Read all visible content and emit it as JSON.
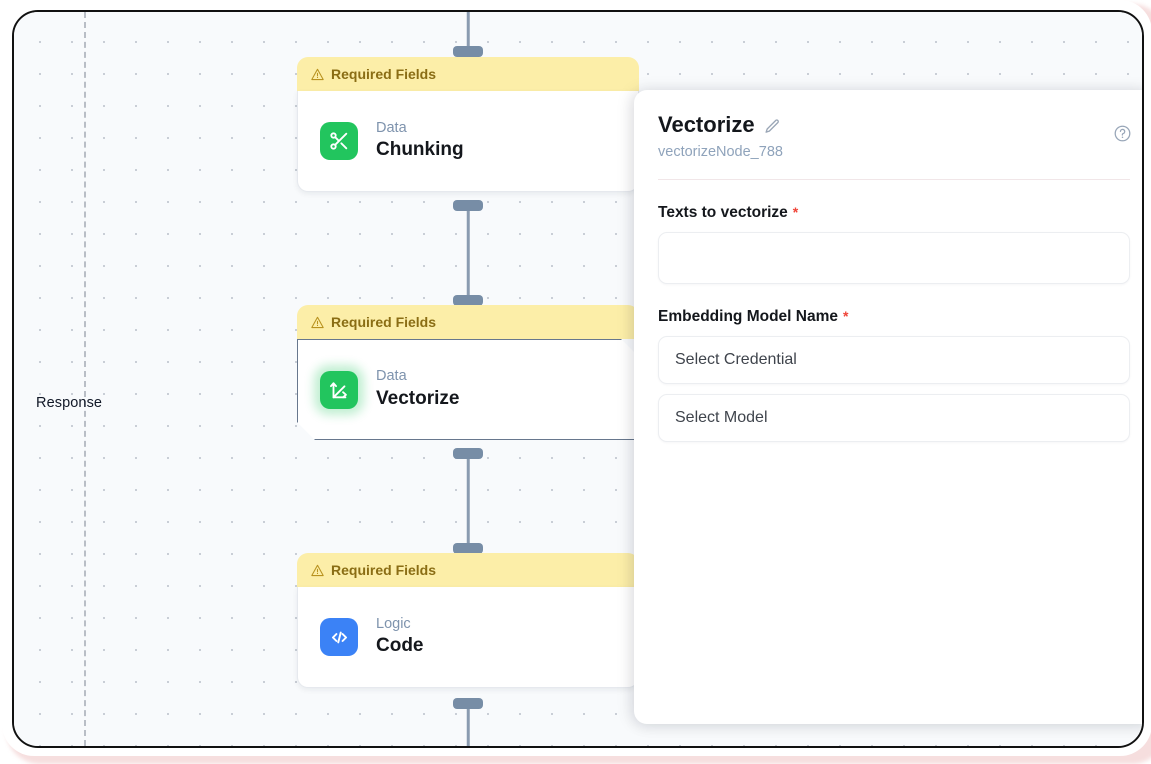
{
  "canvas": {
    "lane_label": "Response",
    "nodes": [
      {
        "id": "chunking",
        "banner": "Required Fields",
        "category": "Data",
        "title": "Chunking",
        "icon": "scissors-chunking-icon",
        "icon_color": "#22c55e",
        "selected": false
      },
      {
        "id": "vectorize",
        "banner": "Required Fields",
        "category": "Data",
        "title": "Vectorize",
        "icon": "vector-axes-icon",
        "icon_color": "#22c55e",
        "selected": true
      },
      {
        "id": "code",
        "banner": "Required Fields",
        "category": "Logic",
        "title": "Code",
        "icon": "code-brackets-icon",
        "icon_color": "#3b82f6",
        "selected": false
      }
    ]
  },
  "panel": {
    "title": "Vectorize",
    "node_id": "vectorizeNode_788",
    "edit_icon": "pencil-icon",
    "help_icon": "question-circle-icon",
    "fields": [
      {
        "label": "Texts to vectorize",
        "required_marker": "*",
        "type": "textarea",
        "value": "",
        "placeholder": ""
      },
      {
        "label": "Embedding Model Name",
        "required_marker": "*",
        "type": "select-group",
        "credential_value": "Select Credential",
        "model_value": "Select Model"
      }
    ]
  },
  "colors": {
    "banner_bg": "#fceea8",
    "banner_text": "#8a6d14",
    "required_star": "#f04438",
    "node_border_selected": "#67778d",
    "subtitle": "#8fa3bb",
    "glow": "#f6dede"
  }
}
